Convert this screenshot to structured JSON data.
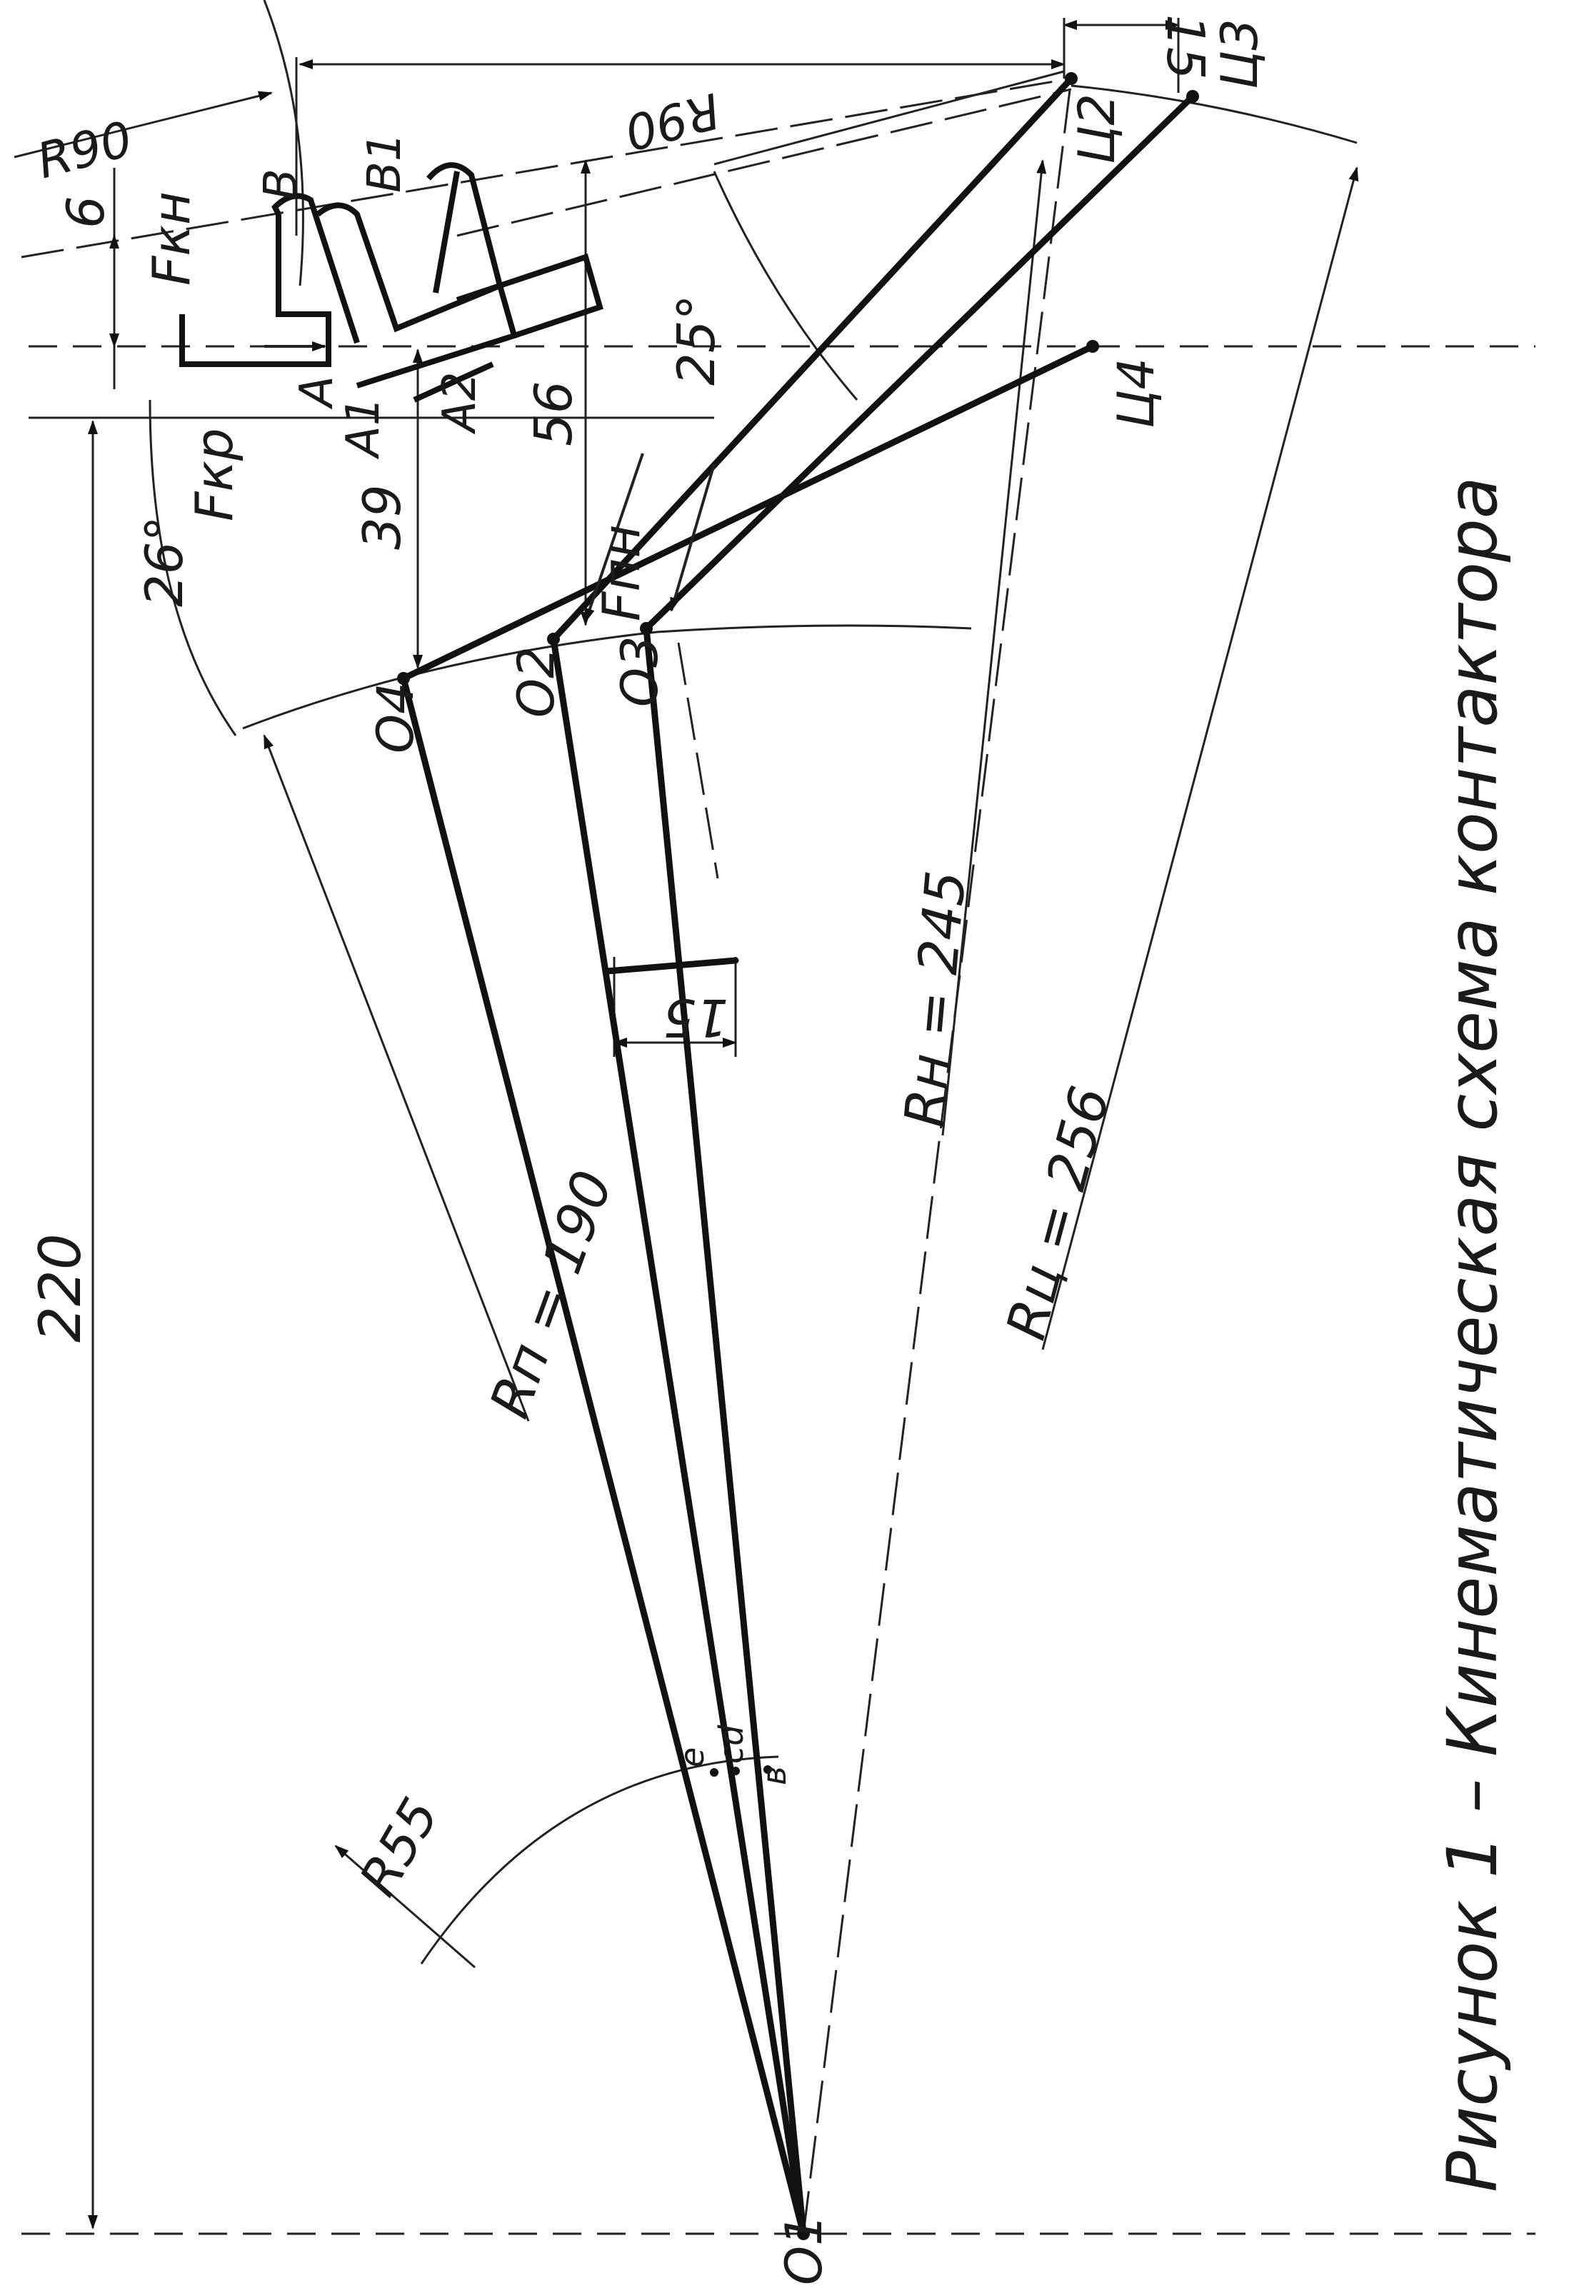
{
  "caption": "Рисунок 1 – Кинематическая схема контактора",
  "points": {
    "O1": "O1",
    "O2": "O2",
    "O3": "O3",
    "O4": "O4",
    "C2": "Ц2",
    "C3": "Ц3",
    "C4": "Ц4",
    "A": "A",
    "A1": "A1",
    "A2": "A2",
    "B": "B",
    "B1": "B1",
    "e": "e",
    "cd": "cd",
    "b": "в"
  },
  "dimensions": {
    "d220": "220",
    "d56": "56",
    "d39": "39",
    "d15_bottom": "15",
    "d15_top": "15",
    "d6": "6",
    "ang26": "26°",
    "ang25": "25°",
    "r90_left": "R90",
    "r90_right": "R90",
    "r55": "R55",
    "rp": "Rп = 190",
    "rn": "Rн = 245",
    "rc": "Rц = 256"
  },
  "forces": {
    "fkn": "Fкн",
    "fkr": "Fкр",
    "fpn": "Fпн"
  }
}
